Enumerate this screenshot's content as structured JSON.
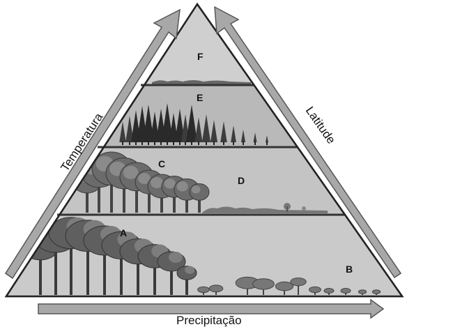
{
  "axes": {
    "temperature": "Temperatura",
    "latitude": "Latitude",
    "precipitation": "Precipitação"
  },
  "regions": {
    "a": "A",
    "b": "B",
    "c": "C",
    "d": "D",
    "e": "E",
    "f": "F"
  },
  "colors": {
    "triangle_fill": "#c9c9c9",
    "divider": "#3a3a3a",
    "arrow_fill": "#a8a8a8",
    "arrow_stroke": "#5a5a5a",
    "tree_dark": "#2e2e2e",
    "tree_mid": "#6b6b6b",
    "tree_light": "#9a9a9a"
  }
}
